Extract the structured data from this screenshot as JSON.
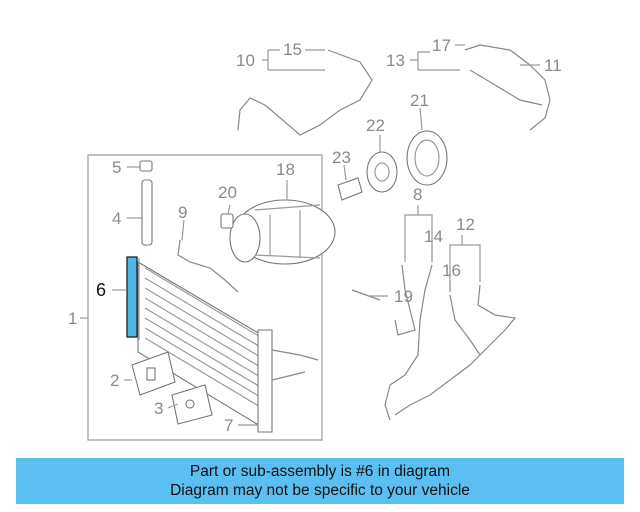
{
  "diagram": {
    "highlight_color": "#4fb6e8",
    "callouts": [
      {
        "id": "1",
        "text": "1"
      },
      {
        "id": "2",
        "text": "2"
      },
      {
        "id": "3",
        "text": "3"
      },
      {
        "id": "4",
        "text": "4"
      },
      {
        "id": "5",
        "text": "5"
      },
      {
        "id": "6",
        "text": "6"
      },
      {
        "id": "7",
        "text": "7"
      },
      {
        "id": "8",
        "text": "8"
      },
      {
        "id": "9",
        "text": "9"
      },
      {
        "id": "10",
        "text": "10"
      },
      {
        "id": "11",
        "text": "11"
      },
      {
        "id": "12",
        "text": "12"
      },
      {
        "id": "13",
        "text": "13"
      },
      {
        "id": "14",
        "text": "14"
      },
      {
        "id": "15",
        "text": "15"
      },
      {
        "id": "16",
        "text": "16"
      },
      {
        "id": "17",
        "text": "17"
      },
      {
        "id": "18",
        "text": "18"
      },
      {
        "id": "19",
        "text": "19"
      },
      {
        "id": "20",
        "text": "20"
      },
      {
        "id": "21",
        "text": "21"
      },
      {
        "id": "22",
        "text": "22"
      },
      {
        "id": "23",
        "text": "23"
      }
    ]
  },
  "caption": {
    "line1": "Part or sub-assembly is #6 in diagram",
    "line2": "Diagram may not be specific to your vehicle",
    "background": "#5bbff2"
  }
}
